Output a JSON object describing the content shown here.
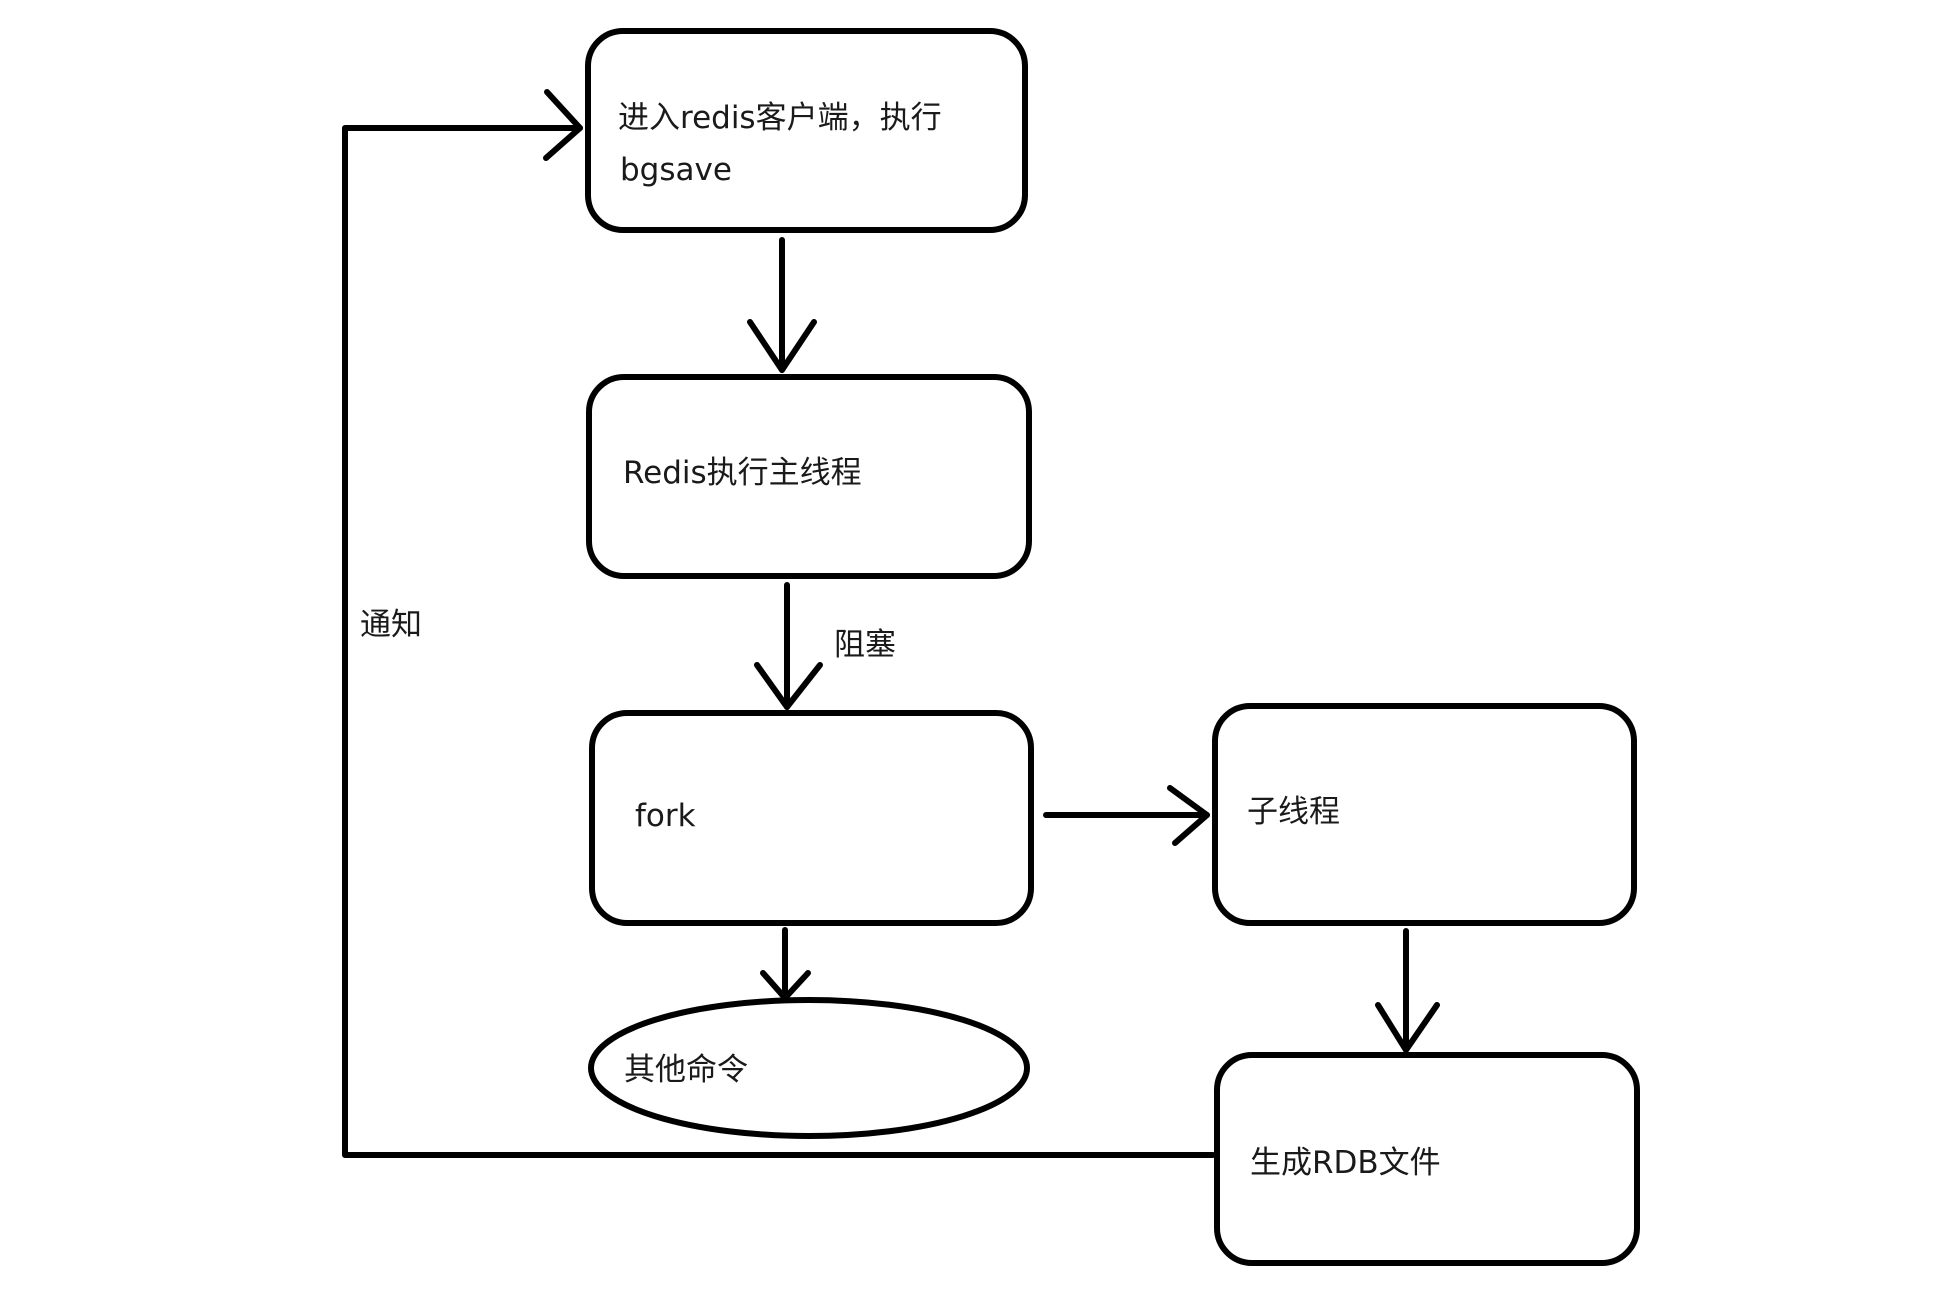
{
  "nodes": {
    "client_bgsave": {
      "lines": [
        "进入redis客户端，执行",
        "bgsave"
      ]
    },
    "main_thread": {
      "text": "Redis执行主线程"
    },
    "fork": {
      "text": "fork"
    },
    "other_commands": {
      "text": "其他命令"
    },
    "child_thread": {
      "text": "子线程"
    },
    "generate_rdb": {
      "text": "生成RDB文件"
    }
  },
  "edges": {
    "block": {
      "text": "阻塞"
    },
    "notify": {
      "text": "通知"
    }
  }
}
